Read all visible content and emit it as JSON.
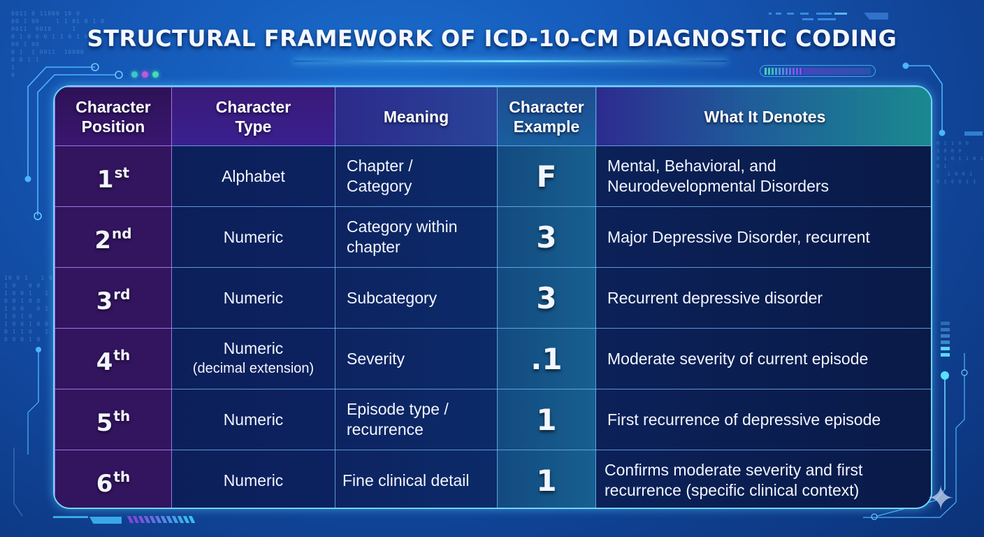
{
  "title": "STRUCTURAL FRAMEWORK OF ICD-10-CM DIAGNOSTIC CODING",
  "colors": {
    "background": "#1557b5",
    "position_column": "#33145f",
    "example_column": "#17608f",
    "body_cells": "#0c2260",
    "border_glow": "#6fd4ff",
    "dot_teal": "#3fc6c6",
    "dot_magenta": "#c15ad8",
    "dot_green": "#3fe0b0"
  },
  "table": {
    "headers": {
      "position": {
        "line1": "Character",
        "line2": "Position"
      },
      "type": {
        "line1": "Character",
        "line2": "Type"
      },
      "meaning": {
        "line1": "Meaning"
      },
      "example": {
        "line1": "Character",
        "line2": "Example"
      },
      "denotes": {
        "line1": "What It Denotes"
      }
    },
    "rows": [
      {
        "position_num": "1",
        "position_suffix": "st",
        "type": "Alphabet",
        "type_sub": "",
        "meaning_line1": "Chapter /",
        "meaning_line2": "Category",
        "example": "F",
        "denotes_line1": "Mental, Behavioral, and",
        "denotes_line2": "Neurodevelopmental Disorders"
      },
      {
        "position_num": "2",
        "position_suffix": "nd",
        "type": "Numeric",
        "type_sub": "",
        "meaning_line1": "Category within",
        "meaning_line2": "chapter",
        "example": "3",
        "denotes_line1": "Major Depressive Disorder, recurrent",
        "denotes_line2": ""
      },
      {
        "position_num": "3",
        "position_suffix": "rd",
        "type": "Numeric",
        "type_sub": "",
        "meaning_line1": "Subcategory",
        "meaning_line2": "",
        "example": "3",
        "denotes_line1": "Recurrent depressive disorder",
        "denotes_line2": ""
      },
      {
        "position_num": "4",
        "position_suffix": "th",
        "type": "Numeric",
        "type_sub": "(decimal extension)",
        "meaning_line1": "Severity",
        "meaning_line2": "",
        "example": ".1",
        "denotes_line1": "Moderate severity of current episode",
        "denotes_line2": ""
      },
      {
        "position_num": "5",
        "position_suffix": "th",
        "type": "Numeric",
        "type_sub": "",
        "meaning_line1": "Episode type /",
        "meaning_line2": "recurrence",
        "example": "1",
        "denotes_line1": "First recurrence of depressive episode",
        "denotes_line2": ""
      },
      {
        "position_num": "6",
        "position_suffix": "th",
        "type": "Numeric",
        "type_sub": "",
        "meaning_line1": "Fine clinical detail",
        "meaning_line2": "",
        "example": "1",
        "denotes_line1": "Confirms moderate severity and first",
        "denotes_line2": "recurrence (specific clinical context)"
      }
    ]
  },
  "decorations": {
    "binary_top_left": "0011 0 11000 10 0\n00 1 00    1 1 01 0 1 0\n0011  0010     1\n0 1 0 0 0 1 1 0 1 0\n00 1 00\n0 1  1 0011  10000\n0 0 1 1\n1\n0",
    "binary_left_mid": "10 0 1   1 01 0 0\n1 0   0 0\n1 0 0 1   1 1 0 1 0\n0 0 1 0 0\n1 0 0   0 1 0 0 0\n1 0 1 0\n1 0 0 1 0 0 0  0 1 1\n0 1 1 0   1 0\n0 0 0 1 0",
    "binary_right": "0 1 1 0 0\n1 0 0 0\n0 1 0 1 1 0 1 0  0 0 0\n0 1\n   1 0 0 1\n0 1 0 0 1 1",
    "sparkle_icon": "✦"
  }
}
